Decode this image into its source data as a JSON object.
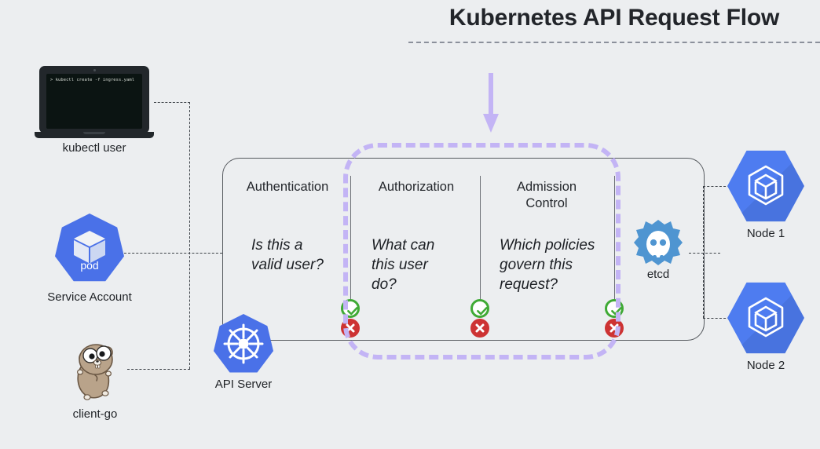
{
  "theme": {
    "background": "#eceef0",
    "accent_blue": "#4a71e8",
    "node_blue": "#4e7cf0",
    "etcd_blue": "#4f95d1",
    "purple": "#c3b4f5",
    "green": "#3faa35",
    "red": "#cd3333",
    "text": "#1f2226"
  },
  "header": {
    "title": "Kubernetes API Request Flow",
    "rule": "dashed-underline"
  },
  "sources": [
    {
      "id": "kubectl-user",
      "label": "kubectl user",
      "icon": "laptop-icon",
      "terminal_text": "> kubectl create -f ingress.yaml"
    },
    {
      "id": "service-account",
      "label": "Service Account",
      "icon": "pod-icon",
      "icon_caption": "pod"
    },
    {
      "id": "client-go",
      "label": "client-go",
      "icon": "gopher-icon"
    }
  ],
  "api_server": {
    "label": "API Server",
    "icon": "kubernetes-helm-icon"
  },
  "pipeline": {
    "phases": [
      {
        "id": "authentication",
        "title": "Authentication",
        "question": "Is this a\nvalid user?",
        "verdicts": [
          "allow",
          "deny"
        ]
      },
      {
        "id": "authorization",
        "title": "Authorization",
        "question": "What can\nthis user\ndo?",
        "verdicts": [
          "allow",
          "deny"
        ]
      },
      {
        "id": "admission-control",
        "title": "Admission\nControl",
        "question": "Which policies\ngovern this\nrequest?",
        "verdicts": [
          "allow",
          "deny"
        ]
      }
    ],
    "verdict_icons": {
      "allow": "check-circle-icon",
      "deny": "x-circle-icon"
    }
  },
  "datastore": {
    "label": "etcd",
    "icon": "etcd-icon"
  },
  "nodes": [
    {
      "id": "node-1",
      "label": "Node 1",
      "icon": "node-icon"
    },
    {
      "id": "node-2",
      "label": "Node 2",
      "icon": "node-icon"
    }
  ],
  "annotations": {
    "incoming_arrow": "down-arrow-icon",
    "highlight_region": "admission-chain-highlight"
  }
}
